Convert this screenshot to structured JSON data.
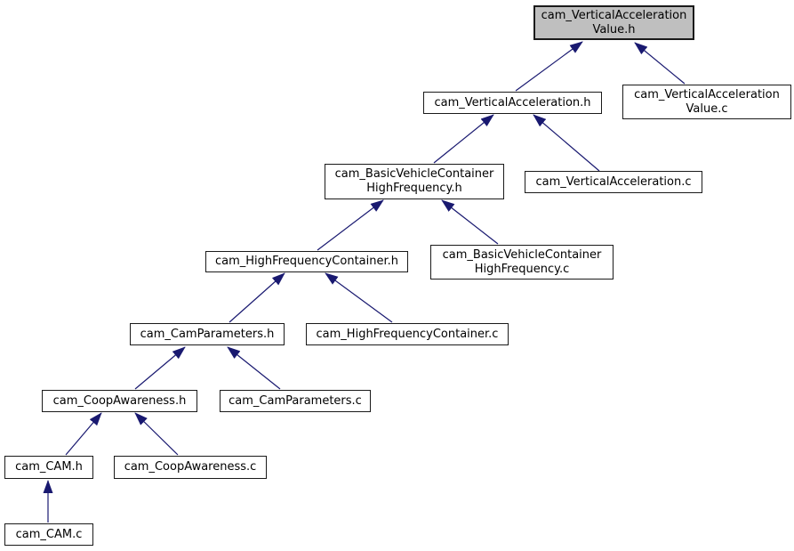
{
  "diagram": {
    "kind": "include-dependency-graph",
    "colors": {
      "background": "#ffffff",
      "node_fill": "#ffffff",
      "main_node_fill": "#bfbfbf",
      "node_border": "#1a1a1a",
      "edge": "#191970",
      "text": "#000000"
    },
    "nodes": [
      {
        "id": "cam_VerticalAccelerationValue.h",
        "line1": "cam_VerticalAcceleration",
        "line2": "Value.h",
        "main": true
      },
      {
        "id": "cam_VerticalAcceleration.h",
        "line1": "cam_VerticalAcceleration.h"
      },
      {
        "id": "cam_VerticalAccelerationValue.c",
        "line1": "cam_VerticalAcceleration",
        "line2": "Value.c"
      },
      {
        "id": "cam_BasicVehicleContainerHighFrequency.h",
        "line1": "cam_BasicVehicleContainer",
        "line2": "HighFrequency.h"
      },
      {
        "id": "cam_VerticalAcceleration.c",
        "line1": "cam_VerticalAcceleration.c"
      },
      {
        "id": "cam_HighFrequencyContainer.h",
        "line1": "cam_HighFrequencyContainer.h"
      },
      {
        "id": "cam_BasicVehicleContainerHighFrequency.c",
        "line1": "cam_BasicVehicleContainer",
        "line2": "HighFrequency.c"
      },
      {
        "id": "cam_CamParameters.h",
        "line1": "cam_CamParameters.h"
      },
      {
        "id": "cam_HighFrequencyContainer.c",
        "line1": "cam_HighFrequencyContainer.c"
      },
      {
        "id": "cam_CoopAwareness.h",
        "line1": "cam_CoopAwareness.h"
      },
      {
        "id": "cam_CamParameters.c",
        "line1": "cam_CamParameters.c"
      },
      {
        "id": "cam_CAM.h",
        "line1": "cam_CAM.h"
      },
      {
        "id": "cam_CoopAwareness.c",
        "line1": "cam_CoopAwareness.c"
      },
      {
        "id": "cam_CAM.c",
        "line1": "cam_CAM.c"
      }
    ],
    "edges": [
      {
        "from": "cam_VerticalAcceleration.h",
        "to": "cam_VerticalAccelerationValue.h"
      },
      {
        "from": "cam_VerticalAccelerationValue.c",
        "to": "cam_VerticalAccelerationValue.h"
      },
      {
        "from": "cam_BasicVehicleContainerHighFrequency.h",
        "to": "cam_VerticalAcceleration.h"
      },
      {
        "from": "cam_VerticalAcceleration.c",
        "to": "cam_VerticalAcceleration.h"
      },
      {
        "from": "cam_HighFrequencyContainer.h",
        "to": "cam_BasicVehicleContainerHighFrequency.h"
      },
      {
        "from": "cam_BasicVehicleContainerHighFrequency.c",
        "to": "cam_BasicVehicleContainerHighFrequency.h"
      },
      {
        "from": "cam_CamParameters.h",
        "to": "cam_HighFrequencyContainer.h"
      },
      {
        "from": "cam_HighFrequencyContainer.c",
        "to": "cam_HighFrequencyContainer.h"
      },
      {
        "from": "cam_CoopAwareness.h",
        "to": "cam_CamParameters.h"
      },
      {
        "from": "cam_CamParameters.c",
        "to": "cam_CamParameters.h"
      },
      {
        "from": "cam_CAM.h",
        "to": "cam_CoopAwareness.h"
      },
      {
        "from": "cam_CoopAwareness.c",
        "to": "cam_CoopAwareness.h"
      },
      {
        "from": "cam_CAM.c",
        "to": "cam_CAM.h"
      }
    ]
  }
}
